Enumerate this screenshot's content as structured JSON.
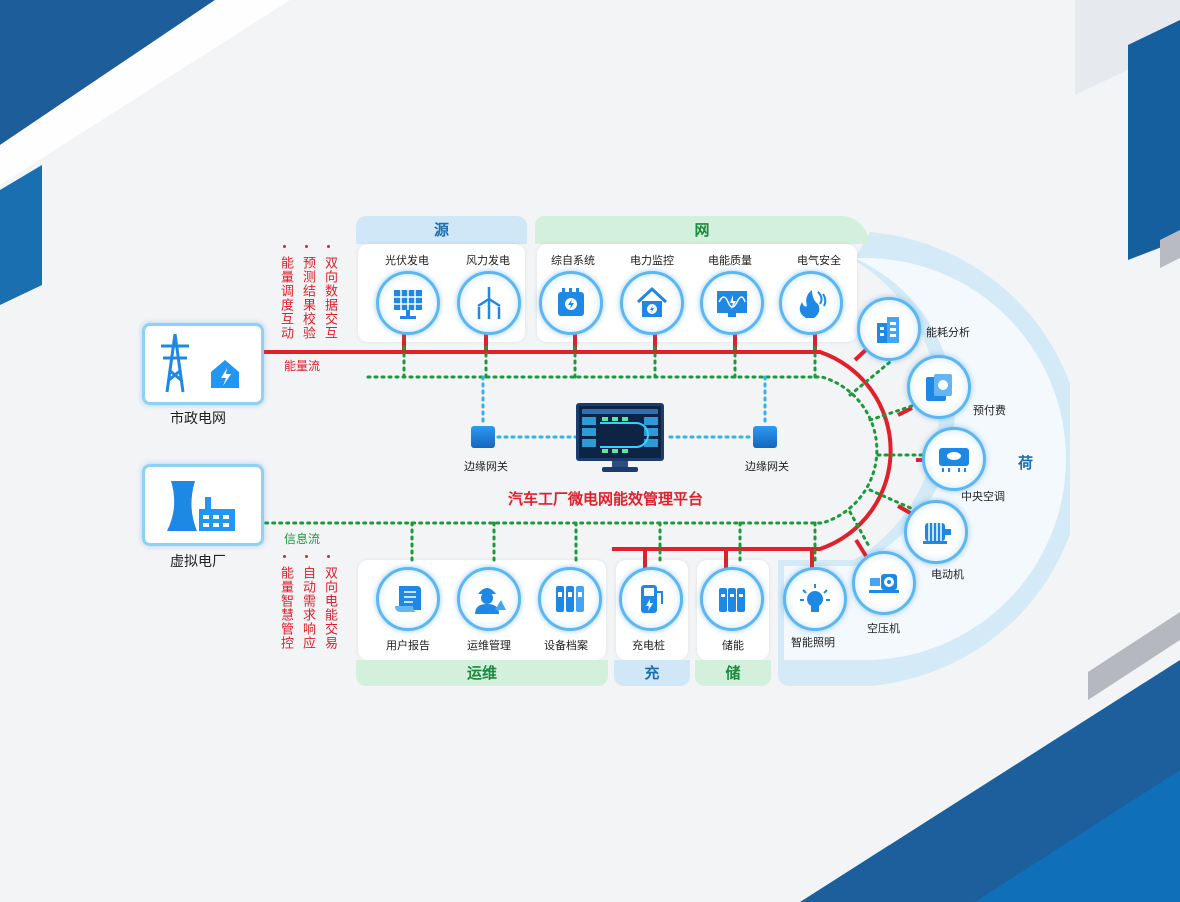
{
  "colors": {
    "power_line": "#e0202a",
    "info_line": "#1a9a3a",
    "gateway_line": "#2fb3e8",
    "accent": "#1976d2"
  },
  "left": {
    "grid": {
      "label": "市政电网",
      "icon": "power-tower-house-icon"
    },
    "vpp": {
      "label": "虚拟电厂",
      "icon": "power-plant-icon"
    },
    "energy_flow": "能量流",
    "info_flow": "信息流",
    "top_features": [
      "能量调度互动",
      "预测结果校验",
      "双向数据交互"
    ],
    "bottom_features": [
      "能量智慧管控",
      "自动需求响应",
      "双向电能交易"
    ]
  },
  "panels": {
    "source": {
      "title": "源",
      "items": [
        {
          "label": "光伏发电",
          "icon": "solar-panel-icon"
        },
        {
          "label": "风力发电",
          "icon": "wind-turbine-icon"
        }
      ]
    },
    "grid": {
      "title": "网",
      "items": [
        {
          "label": "综自系统",
          "icon": "integrated-system-icon"
        },
        {
          "label": "电力监控",
          "icon": "house-power-icon"
        },
        {
          "label": "电能质量",
          "icon": "waveform-icon"
        },
        {
          "label": "电气安全",
          "icon": "fire-safety-icon"
        }
      ]
    },
    "ops": {
      "title": "运维",
      "items": [
        {
          "label": "用户报告",
          "icon": "report-scroll-icon"
        },
        {
          "label": "运维管理",
          "icon": "engineer-icon"
        },
        {
          "label": "设备档案",
          "icon": "archive-binders-icon"
        }
      ]
    },
    "charge": {
      "title": "充",
      "items": [
        {
          "label": "充电桩",
          "icon": "charging-pile-icon"
        }
      ]
    },
    "storage": {
      "title": "储",
      "items": [
        {
          "label": "储能",
          "icon": "battery-icon"
        }
      ]
    },
    "load": {
      "title": "荷",
      "items": [
        {
          "label": "能耗分析",
          "icon": "building-icon"
        },
        {
          "label": "预付费",
          "icon": "prepaid-card-icon"
        },
        {
          "label": "中央空调",
          "icon": "air-conditioner-icon"
        },
        {
          "label": "电动机",
          "icon": "motor-icon"
        },
        {
          "label": "空压机",
          "icon": "air-compressor-icon"
        },
        {
          "label": "智能照明",
          "icon": "light-bulb-icon"
        }
      ]
    }
  },
  "center": {
    "platform_title": "汽车工厂微电网能效管理平台",
    "gateway_left": "边缘网关",
    "gateway_right": "边缘网关",
    "monitor_icon": "monitor-dashboard-icon",
    "gateway_icon": "edge-gateway-icon"
  }
}
